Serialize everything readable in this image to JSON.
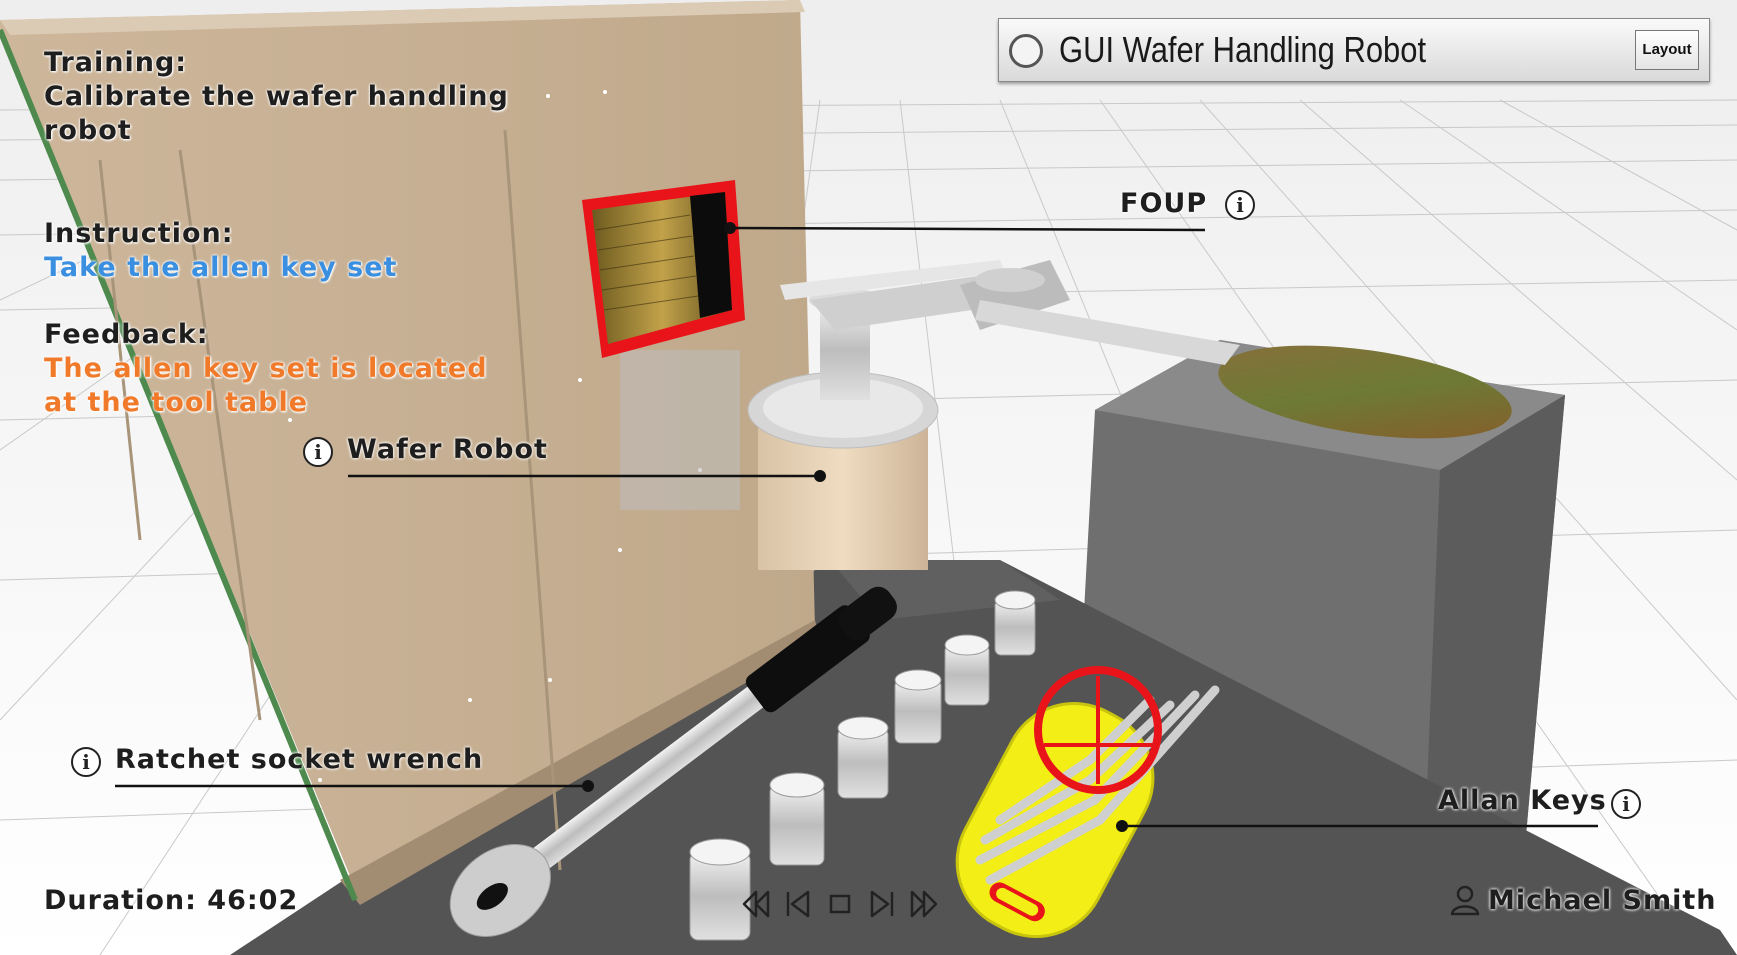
{
  "window": {
    "title": "GUI Wafer Handling Robot",
    "layout_button": "Layout"
  },
  "training": {
    "heading": "Training:",
    "text_line1": "Calibrate the wafer handling",
    "text_line2": "robot"
  },
  "instruction": {
    "heading": "Instruction:",
    "text": "Take the allen key set"
  },
  "feedback": {
    "heading": "Feedback:",
    "text_line1": "The allen key set is located",
    "text_line2": "at the tool table"
  },
  "labels": {
    "foup": "FOUP",
    "wafer_robot": "Wafer Robot",
    "ratchet": "Ratchet socket wrench",
    "allan_keys": "Allan Keys"
  },
  "duration": {
    "label": "Duration: 46:02"
  },
  "user": {
    "name": "Michael Smith"
  },
  "media_controls": [
    "rewind-icon",
    "skip-back-icon",
    "stop-icon",
    "skip-forward-icon",
    "fast-forward-icon"
  ],
  "colors": {
    "instruction_text": "#3b8fe0",
    "feedback_text": "#f07a2a",
    "target_crosshair": "#e8141a",
    "highlight_yellow": "#f2ee16",
    "foup_frame": "#e8141a"
  }
}
